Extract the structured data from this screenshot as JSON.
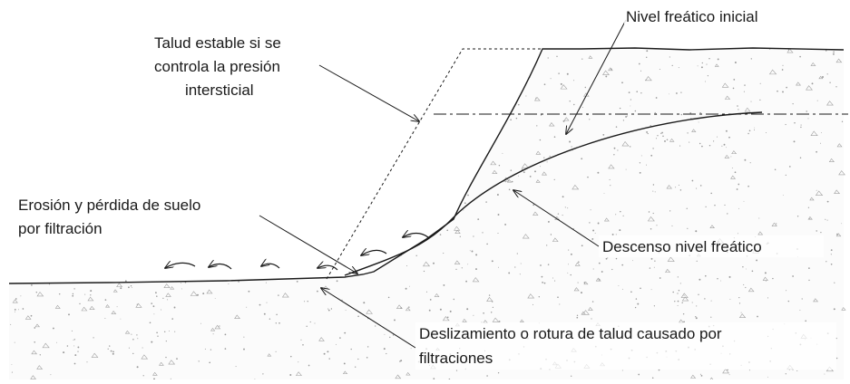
{
  "labels": {
    "nivel_inicial": "Nivel freático inicial",
    "talud_estable": [
      "Talud estable si se",
      "controla la presión",
      "intersticial"
    ],
    "erosion": [
      "Erosión y pérdida de suelo",
      "por filtración"
    ],
    "descenso": "Descenso nivel freático",
    "deslizamiento": [
      "Deslizamiento o rotura de talud causado por",
      "filtraciones"
    ]
  }
}
